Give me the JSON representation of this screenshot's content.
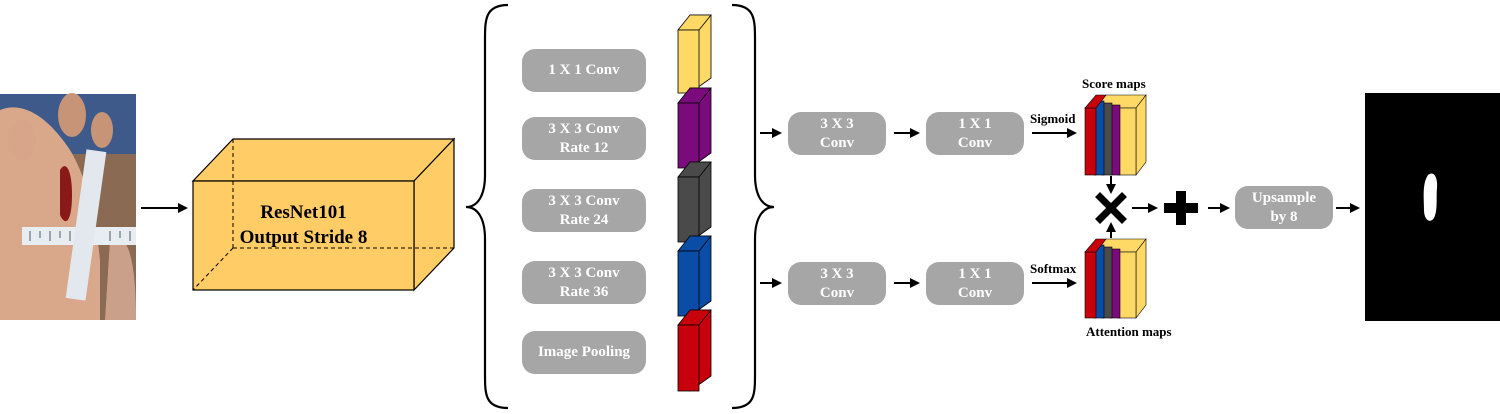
{
  "backbone": {
    "line1": "ResNet101",
    "line2": "Output Stride 8"
  },
  "aspp": {
    "branches": [
      {
        "line1": "1 X 1 Conv",
        "line2": "",
        "color": "#ffd966"
      },
      {
        "line1": "3 X 3 Conv",
        "line2": "Rate 12",
        "color": "#7b0a7c"
      },
      {
        "line1": "3 X 3 Conv",
        "line2": "Rate 24",
        "color": "#4a4a4a"
      },
      {
        "line1": "3 X 3 Conv",
        "line2": "Rate 36",
        "color": "#0a4da6"
      },
      {
        "line1": "Image Pooling",
        "line2": "",
        "color": "#c8000c"
      }
    ]
  },
  "top_path": {
    "conv3": {
      "line1": "3 X 3",
      "line2": "Conv"
    },
    "conv1": {
      "line1": "1 X 1",
      "line2": "Conv"
    },
    "activation": "Sigmoid",
    "maps_label": "Score maps"
  },
  "bottom_path": {
    "conv3": {
      "line1": "3 X 3",
      "line2": "Conv"
    },
    "conv1": {
      "line1": "1 X 1",
      "line2": "Conv"
    },
    "activation": "Softmax",
    "maps_label": "Attention maps"
  },
  "upsample": {
    "line1": "Upsample",
    "line2": "by 8"
  },
  "colors": {
    "box_gray": "#a6a6a6",
    "cube_yellow": "#ffcc66",
    "stack": [
      "#c8000c",
      "#0a4da6",
      "#4a4a4a",
      "#7b0a7c",
      "#ffd966"
    ]
  },
  "icons": {
    "multiply": "multiply-icon",
    "plus": "plus-icon",
    "input": "wound-photo",
    "output": "segmentation-mask"
  }
}
